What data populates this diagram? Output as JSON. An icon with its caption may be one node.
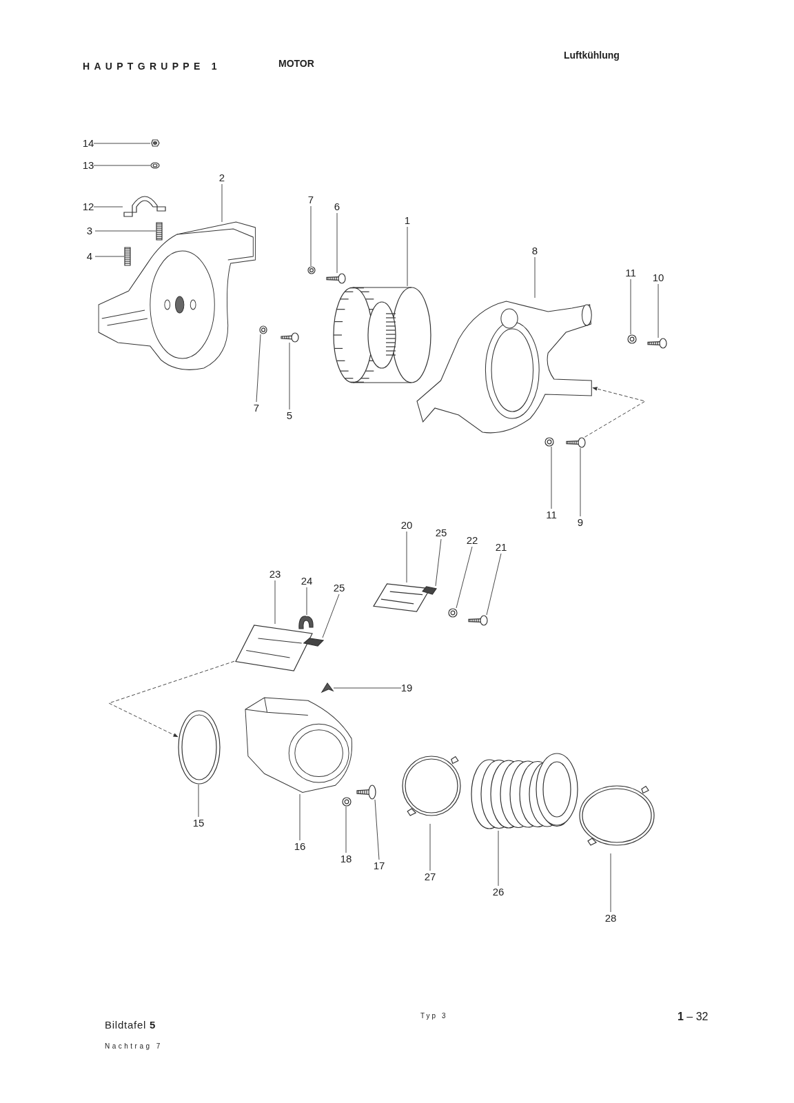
{
  "diagram": {
    "nodes": [
      {
        "text": [
          "14"
        ]
      },
      {
        "text": [],
        "shape": "picture"
      },
      {
        "text": [
          "13"
        ]
      },
      {
        "text": [],
        "shape": "picture"
      },
      {
        "text": [
          "2"
        ]
      },
      {
        "text": [],
        "shape": "picture"
      },
      {
        "text": [
          "12"
        ]
      },
      {
        "text": [],
        "shape": "picture"
      },
      {
        "text": [
          "7"
        ]
      },
      {
        "text": [],
        "shape": "picture"
      },
      {
        "text": [
          "6"
        ]
      },
      {
        "text": [],
        "shape": "picture"
      },
      {
        "text": [
          "1"
        ]
      },
      {
        "text": [],
        "shape": "picture"
      },
      {
        "text": [
          "3"
        ]
      },
      {
        "text": [],
        "shape": "picture"
      },
      {
        "text": [
          "4"
        ]
      },
      {
        "text": [],
        "shape": "picture"
      },
      {
        "text": [
          "8"
        ]
      },
      {
        "text": [],
        "shape": "picture"
      },
      {
        "text": [
          "11"
        ]
      },
      {
        "text": [],
        "shape": "picture"
      },
      {
        "text": [
          "10"
        ]
      },
      {
        "text": [],
        "shape": "picture"
      },
      {
        "text": [
          "7"
        ]
      },
      {
        "text": [],
        "shape": "picture"
      },
      {
        "text": [
          "5"
        ]
      },
      {
        "text": [],
        "shape": "picture"
      },
      {
        "text": [
          "11"
        ]
      },
      {
        "text": [],
        "shape": "picture"
      },
      {
        "text": [
          "9"
        ]
      },
      {
        "text": [],
        "shape": "picture"
      },
      {
        "text": [
          "20"
        ]
      },
      {
        "text": [],
        "shape": "picture"
      },
      {
        "text": [
          "25"
        ]
      },
      {
        "text": [],
        "shape": "picture"
      },
      {
        "text": [
          "22"
        ]
      },
      {
        "text": [],
        "shape": "picture"
      },
      {
        "text": [
          "21"
        ]
      },
      {
        "text": [],
        "shape": "picture"
      },
      {
        "text": [
          "23"
        ]
      },
      {
        "text": [],
        "shape": "picture"
      },
      {
        "text": [
          "24"
        ]
      },
      {
        "text": [],
        "shape": "picture"
      },
      {
        "text": [
          "25"
        ]
      },
      {
        "text": [],
        "shape": "picture"
      },
      {
        "text": [
          "19"
        ]
      },
      {
        "text": [],
        "shape": "picture"
      },
      {
        "text": [
          "15"
        ]
      },
      {
        "text": [],
        "shape": "picture"
      },
      {
        "text": [
          "16"
        ]
      },
      {
        "text": [],
        "shape": "picture"
      },
      {
        "text": [
          "18"
        ]
      },
      {
        "text": [],
        "shape": "picture"
      },
      {
        "text": [
          "17"
        ]
      },
      {
        "text": [],
        "shape": "picture"
      },
      {
        "text": [
          "27"
        ]
      },
      {
        "text": [],
        "shape": "picture"
      },
      {
        "text": [
          "26"
        ]
      },
      {
        "text": [],
        "shape": "picture"
      },
      {
        "text": [
          "28"
        ]
      },
      {
        "text": [],
        "shape": "picture"
      }
    ],
    "edges": [
      {
        "from": 0,
        "to": 1,
        "arrow": "none"
      },
      {
        "from": 2,
        "to": 3,
        "arrow": "none"
      },
      {
        "from": 4,
        "to": 5,
        "arrow": "none"
      },
      {
        "from": 6,
        "to": 7,
        "arrow": "none"
      },
      {
        "from": 8,
        "to": 9,
        "arrow": "none"
      },
      {
        "from": 10,
        "to": 11,
        "arrow": "none"
      },
      {
        "from": 12,
        "to": 13,
        "arrow": "none"
      },
      {
        "from": 14,
        "to": 15,
        "arrow": "none"
      },
      {
        "from": 16,
        "to": 17,
        "arrow": "none"
      },
      {
        "from": 18,
        "to": 19,
        "arrow": "none"
      },
      {
        "from": 20,
        "to": 21,
        "arrow": "none"
      },
      {
        "from": 22,
        "to": 23,
        "arrow": "none"
      },
      {
        "from": 24,
        "to": 25,
        "arrow": "none"
      },
      {
        "from": 26,
        "to": 27,
        "arrow": "none"
      },
      {
        "from": 28,
        "to": 29,
        "arrow": "none"
      },
      {
        "from": 30,
        "to": 31,
        "arrow": "none"
      },
      {
        "from": 32,
        "to": 33,
        "arrow": "none"
      },
      {
        "from": 34,
        "to": 35,
        "arrow": "none"
      },
      {
        "from": 36,
        "to": 37,
        "arrow": "none"
      },
      {
        "from": 38,
        "to": 39,
        "arrow": "none"
      },
      {
        "from": 40,
        "to": 41,
        "arrow": "none"
      },
      {
        "from": 42,
        "to": 43,
        "arrow": "none"
      },
      {
        "from": 44,
        "to": 45,
        "arrow": "none"
      },
      {
        "from": 46,
        "to": 47,
        "arrow": "none"
      },
      {
        "from": 48,
        "to": 49,
        "arrow": "none"
      },
      {
        "from": 50,
        "to": 51,
        "arrow": "none"
      },
      {
        "from": 52,
        "to": 53,
        "arrow": "none"
      },
      {
        "from": 54,
        "to": 55,
        "arrow": "none"
      },
      {
        "from": 56,
        "to": 57,
        "arrow": "none"
      },
      {
        "from": 58,
        "to": 59,
        "arrow": "none"
      },
      {
        "from": 60,
        "to": 61,
        "arrow": "none"
      },
      {
        "from": 31,
        "to": 19,
        "arrow": "to",
        "style": "dashed"
      },
      {
        "from": 41,
        "to": 49,
        "arrow": "to",
        "style": "dashed"
      }
    ],
    "labels": [
      "HAUPTGRUPPE 1",
      "MOTOR",
      "Luftkühlung",
      "Bildtafel **5**",
      "Typ 3",
      "**1** – 32",
      "Nachtrag 7"
    ]
  }
}
